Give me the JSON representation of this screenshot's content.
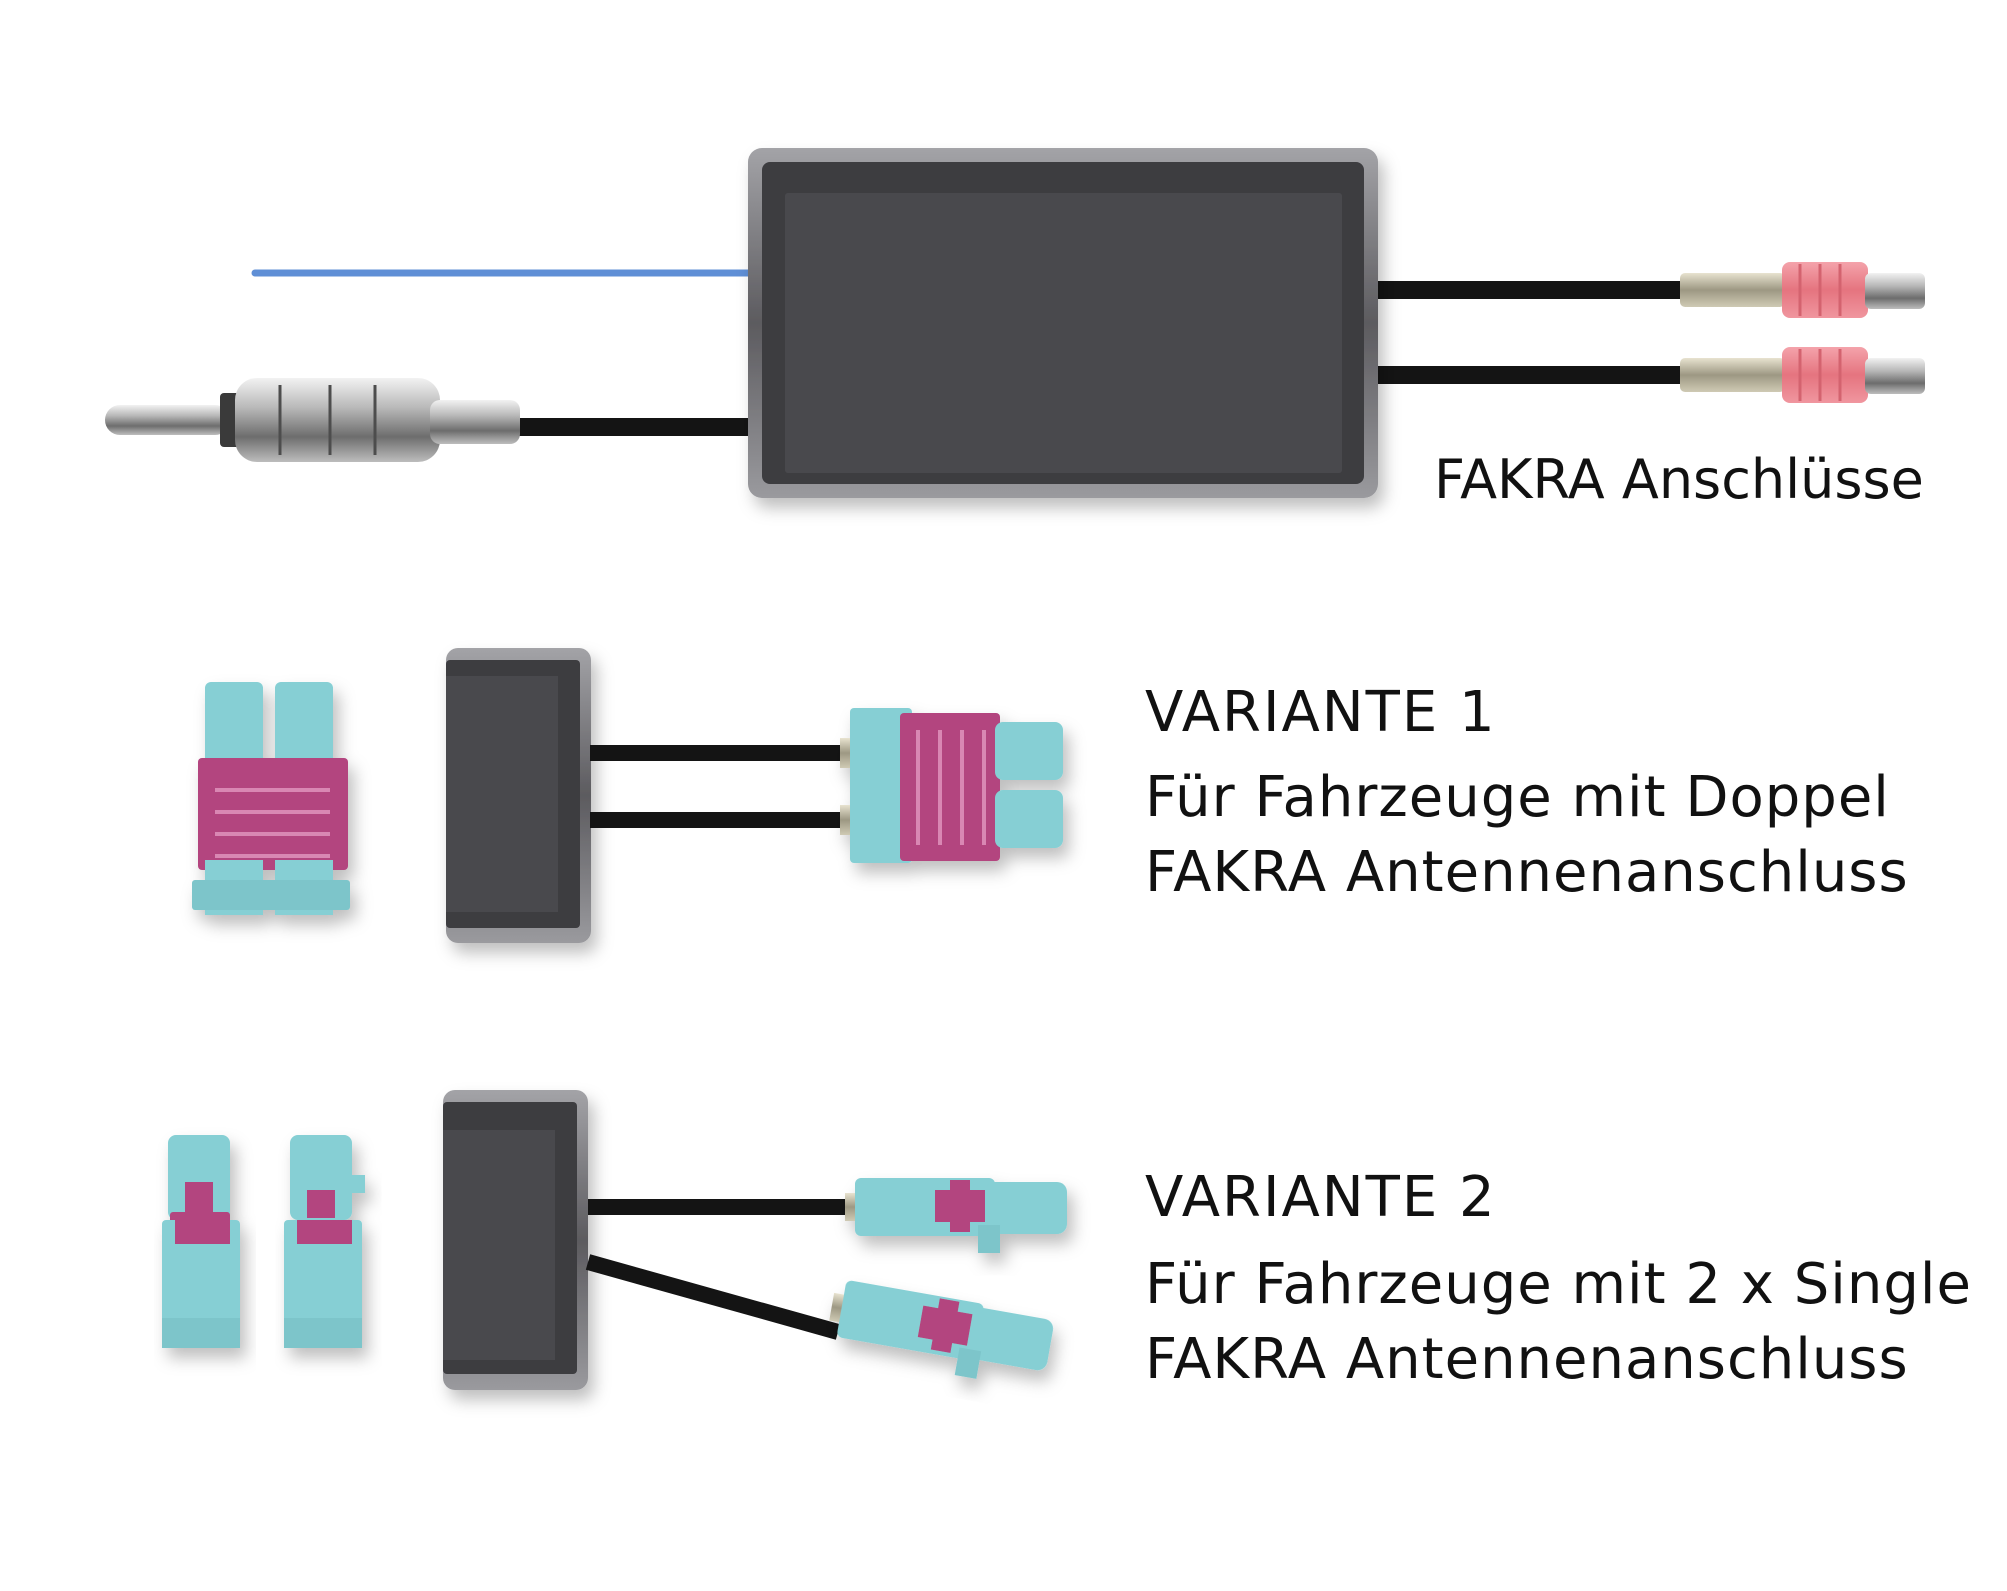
{
  "top_section": {
    "label": "FAKRA Anschlüsse"
  },
  "variant1": {
    "title": "VARIANTE 1",
    "line1": "Für Fahrzeuge mit Doppel",
    "line2": "FAKRA Antennenanschluss"
  },
  "variant2": {
    "title": "VARIANTE 2",
    "line1": "Für Fahrzeuge mit 2 x Single",
    "line2": "FAKRA Antennenanschluss"
  },
  "colors": {
    "box": "#4a494d",
    "box_border": "#8e8e92",
    "cable": "#141414",
    "blue_wire": "#5f8fd6",
    "fakra_cyan": "#86cfd4",
    "fakra_magenta": "#b3447f",
    "red_sleeve": "#e98590"
  }
}
